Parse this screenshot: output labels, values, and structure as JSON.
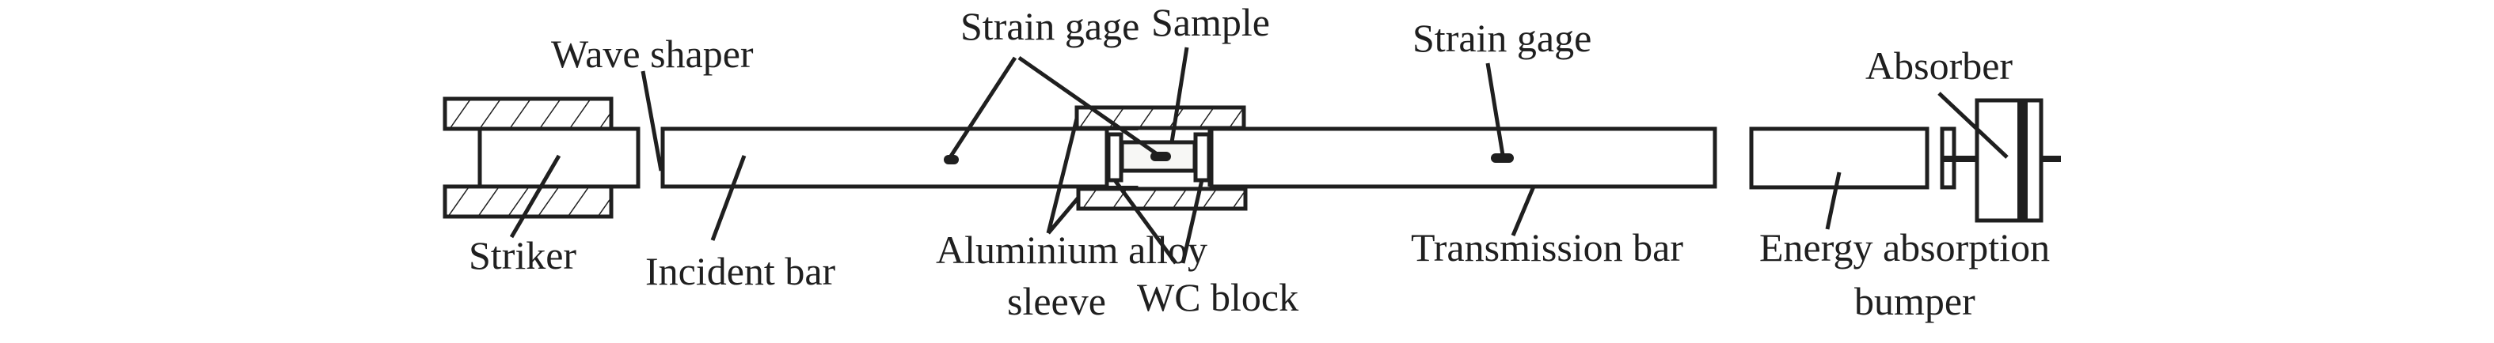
{
  "figure": {
    "description": "Schematic of split Hopkinson pressure bar setup",
    "colors": {
      "line": "#1f1f1f",
      "sample_fill": "#f7f7f5",
      "background": "#ffffff"
    }
  },
  "labels": {
    "striker": "Striker",
    "wave_shaper": "Wave shaper",
    "incident_bar": "Incident bar",
    "strain_gage_left": "Strain gage",
    "sample": "Sample",
    "aluminium_sleeve_line1": "Aluminium alloy",
    "aluminium_sleeve_line2": "sleeve",
    "wc_block": "WC block",
    "strain_gage_right": "Strain gage",
    "transmission_bar": "Transmission bar",
    "energy_bumper_line1": "Energy absorption",
    "energy_bumper_line2": "bumper",
    "absorber": "Absorber"
  }
}
